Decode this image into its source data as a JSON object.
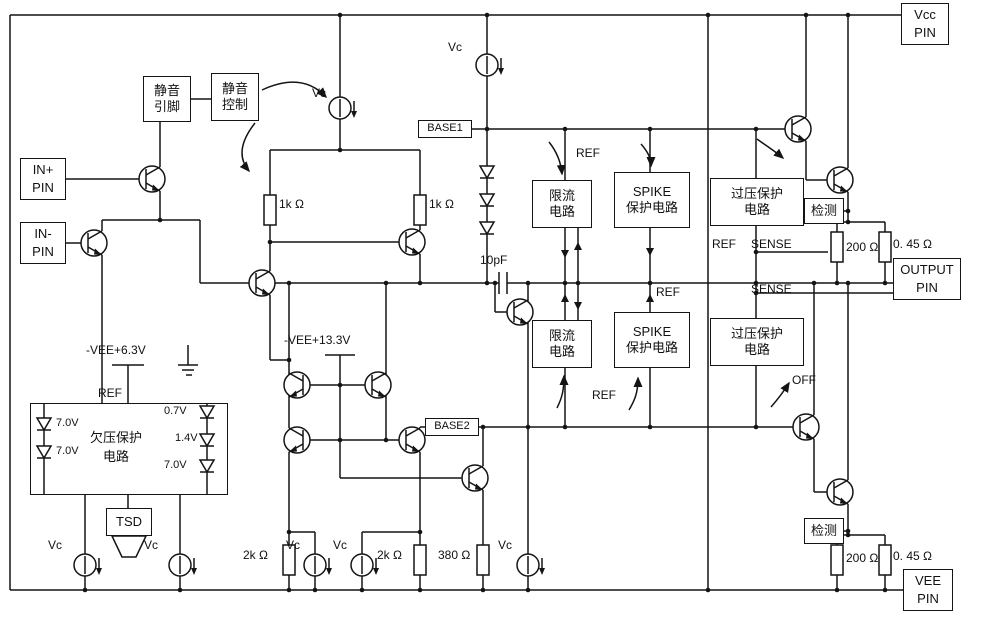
{
  "pins": {
    "vcc": "Vcc\nPIN",
    "in_plus": "IN+\nPIN",
    "in_minus": "IN-\nPIN",
    "output": "OUTPUT\nPIN",
    "vee": "VEE\nPIN"
  },
  "blocks": {
    "mute_pin": "静音\n引脚",
    "mute_ctrl": "静音\n控制",
    "base1": "BASE1",
    "base2": "BASE2",
    "current_limit": "限流\n电路",
    "spike": "SPIKE\n保护电路",
    "overvolt": "过压保护\n电路",
    "detect": "检测",
    "undervolt": "欠压保护\n电路",
    "tsd": "TSD"
  },
  "labels": {
    "vc": "Vc",
    "r1k": "1k Ω",
    "c10pf": "10pF",
    "vee_6_3": "-VEE+6.3V",
    "vee_13_3": "-VEE+13.3V",
    "ref": "REF",
    "sense": "SENSE",
    "r200": "200 Ω",
    "r045": "0. 45 Ω",
    "r2k": "2k Ω",
    "r380": "380 Ω",
    "off": "OFF",
    "v07": "0.7V",
    "v14": "1.4V",
    "v70": "7.0V"
  }
}
